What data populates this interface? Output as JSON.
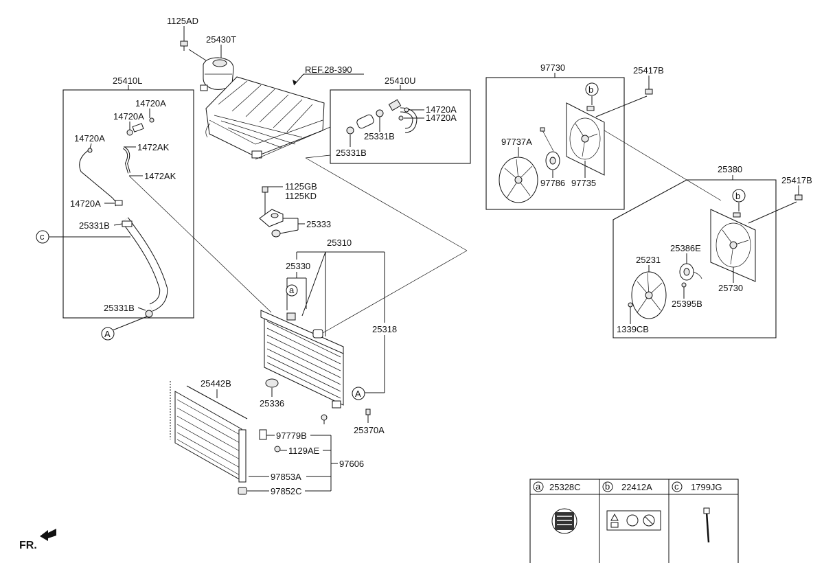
{
  "labels": {
    "p1125AD": "1125AD",
    "p25430T": "25430T",
    "pREF": "REF.28-390",
    "p25410L": "25410L",
    "p14720A_1": "14720A",
    "p14720A_2": "14720A",
    "p14720A_3": "14720A",
    "p1472AK_1": "1472AK",
    "p1472AK_2": "1472AK",
    "p14720A_4": "14720A",
    "p25331B_1": "25331B",
    "p25331B_2": "25331B",
    "p25410U": "25410U",
    "p14720A_5": "14720A",
    "p14720A_6": "14720A",
    "p25331B_3": "25331B",
    "p25331B_4": "25331B",
    "p1125GB": "1125GB",
    "p1125KD": "1125KD",
    "p25333": "25333",
    "p25310": "25310",
    "p25330": "25330",
    "p25318": "25318",
    "p25336": "25336",
    "p25370A": "25370A",
    "p25442B": "25442B",
    "p97779B": "97779B",
    "p1129AE": "1129AE",
    "p97606": "97606",
    "p97853A": "97853A",
    "p97852C": "97852C",
    "p97730": "97730",
    "p25417B_1": "25417B",
    "p97737A": "97737A",
    "p97786": "97786",
    "p97735": "97735",
    "p25380": "25380",
    "p25417B_2": "25417B",
    "p25231": "25231",
    "p25386E": "25386E",
    "p25730": "25730",
    "p25395B": "25395B",
    "p1339CB": "1339CB",
    "fr": "FR."
  },
  "callouts": {
    "a": "a",
    "b": "b",
    "c": "c",
    "A": "A"
  },
  "legend": [
    {
      "letter": "a",
      "part": "25328C"
    },
    {
      "letter": "b",
      "part": "22412A"
    },
    {
      "letter": "c",
      "part": "1799JG"
    }
  ]
}
